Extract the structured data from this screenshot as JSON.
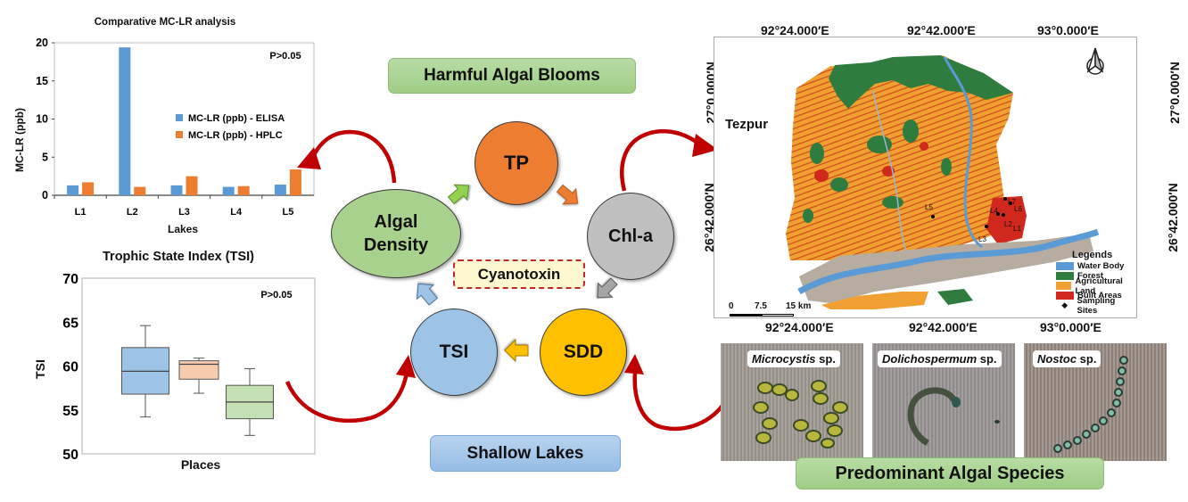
{
  "diagram": {
    "top_banner": "Harmful Algal Blooms",
    "bottom_banner": "Shallow Lakes",
    "species_banner": "Predominant Algal Species",
    "center_label": "Cyanotoxin",
    "nodes": [
      {
        "id": "tp",
        "label": "TP",
        "color": "#ed7d31"
      },
      {
        "id": "chla",
        "label": "Chl-a",
        "color": "#bfbfbf"
      },
      {
        "id": "sdd",
        "label": "SDD",
        "color": "#ffc000"
      },
      {
        "id": "tsi",
        "label": "TSI",
        "color": "#9dc3e6"
      },
      {
        "id": "algal",
        "label_line1": "Algal",
        "label_line2": "Density",
        "color": "#a9d18e"
      }
    ],
    "arrow_color": "#c00000"
  },
  "chart_data": [
    {
      "type": "bar",
      "title": "Comparative MC-LR analysis",
      "xlabel": "Lakes",
      "ylabel": "MC-LR (ppb)",
      "ylim": [
        0,
        20
      ],
      "yticks": [
        "0",
        "5",
        "10",
        "15",
        "20"
      ],
      "categories": [
        "L1",
        "L2",
        "L3",
        "L4",
        "L5"
      ],
      "annotation": "P>0.05",
      "legend_position": "right",
      "series": [
        {
          "name": "MC-LR (ppb) - ELISA",
          "color": "#5b9bd5",
          "values": [
            1.3,
            19.4,
            1.3,
            1.1,
            1.4
          ]
        },
        {
          "name": "MC-LR (ppb) - HPLC",
          "color": "#ed7d31",
          "values": [
            1.7,
            1.1,
            2.5,
            1.2,
            3.4
          ]
        }
      ]
    },
    {
      "type": "box",
      "title": "Trophic State Index (TSI)",
      "xlabel": "Places",
      "ylabel": "TSI",
      "ylim": [
        50,
        70
      ],
      "yticks": [
        "50",
        "55",
        "60",
        "65",
        "70"
      ],
      "annotation": "P>0.05",
      "boxes": [
        {
          "color": "#9dc3e6",
          "min": 54.2,
          "q1": 56.8,
          "median": 59.4,
          "q3": 62.1,
          "max": 64.6
        },
        {
          "color": "#f8cbad",
          "min": 56.9,
          "q1": 58.5,
          "median": 60.2,
          "q3": 60.6,
          "max": 60.9
        },
        {
          "color": "#c5e0b4",
          "min": 52.1,
          "q1": 54.0,
          "median": 55.9,
          "q3": 57.8,
          "max": 59.7
        }
      ]
    }
  ],
  "map": {
    "place_label": "Tezpur",
    "lon_labels": [
      "92°24.000′E",
      "92°42.000′E",
      "93°0.000′E"
    ],
    "lat_labels": [
      "27°0.000′N",
      "26°42.000′N"
    ],
    "scale": {
      "ticks": [
        "0",
        "7.5",
        "15 km"
      ]
    },
    "north_arrow": "north-arrow-icon",
    "sites": [
      "L1",
      "L2",
      "L3",
      "L4",
      "L5",
      "L6",
      "L7"
    ],
    "legend": {
      "title": "Legends",
      "items": [
        {
          "label": "Water Body",
          "color": "#5b9bd5"
        },
        {
          "label": "Forest",
          "color": "#2e7d3e"
        },
        {
          "label": "Agricultural Land",
          "color": "#f0a030"
        },
        {
          "label": "Built Areas",
          "color": "#d0281c"
        },
        {
          "label": "Sampling Sites",
          "symbol": "◆"
        }
      ]
    }
  },
  "species": [
    {
      "genus": "Microcystis",
      "suffix": " sp."
    },
    {
      "genus": "Dolichospermum",
      "suffix": " sp."
    },
    {
      "genus": "Nostoc",
      "suffix": " sp."
    }
  ]
}
